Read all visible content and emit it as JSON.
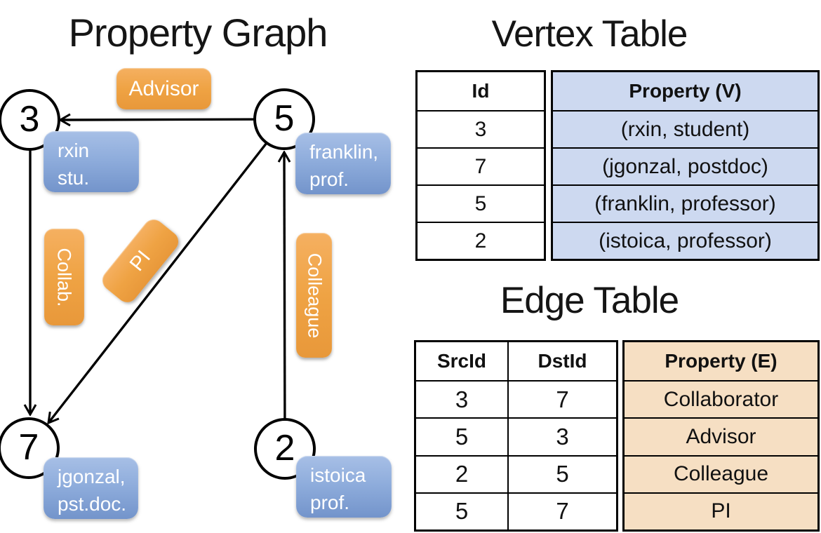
{
  "colors": {
    "orange_top": "#F5B061",
    "orange_mid": "#EFA344",
    "orange_bottom": "#E8983A",
    "blue_top": "#A7BFE6",
    "blue_mid": "#8FADDC",
    "blue_bottom": "#7394CB",
    "vertex_fill": "#CDD9F0",
    "edge_fill": "#F6DFC3",
    "ink": "#000000"
  },
  "titles": {
    "graph": "Property Graph",
    "vertex_table": "Vertex Table",
    "edge_table": "Edge Table"
  },
  "graph": {
    "vertices": [
      {
        "id": "3",
        "property_line1": "rxin",
        "property_line2": "stu."
      },
      {
        "id": "5",
        "property_line1": "franklin,",
        "property_line2": "prof."
      },
      {
        "id": "7",
        "property_line1": "jgonzal,",
        "property_line2": "pst.doc."
      },
      {
        "id": "2",
        "property_line1": "istoica",
        "property_line2": "prof."
      }
    ],
    "edge_labels": {
      "advisor": "Advisor",
      "collab": "Collab.",
      "pi": "PI",
      "colleague": "Colleague"
    }
  },
  "vertex_table": {
    "headers": {
      "id": "Id",
      "property": "Property (V)"
    },
    "rows": [
      {
        "id": "3",
        "property": "(rxin, student)"
      },
      {
        "id": "7",
        "property": "(jgonzal, postdoc)"
      },
      {
        "id": "5",
        "property": "(franklin, professor)"
      },
      {
        "id": "2",
        "property": "(istoica, professor)"
      }
    ]
  },
  "edge_table": {
    "headers": {
      "src": "SrcId",
      "dst": "DstId",
      "property": "Property (E)"
    },
    "rows": [
      {
        "src": "3",
        "dst": "7",
        "property": "Collaborator"
      },
      {
        "src": "5",
        "dst": "3",
        "property": "Advisor"
      },
      {
        "src": "2",
        "dst": "5",
        "property": "Colleague"
      },
      {
        "src": "5",
        "dst": "7",
        "property": "PI"
      }
    ]
  }
}
